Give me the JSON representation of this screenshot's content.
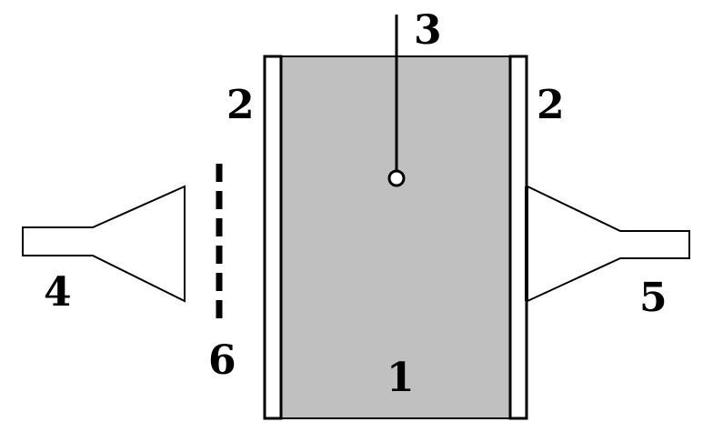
{
  "diagram": {
    "labels": {
      "sample": "1",
      "window_left": "2",
      "window_right": "2",
      "probe": "3",
      "horn_left": "4",
      "horn_right": "5",
      "grid": "6"
    },
    "colors": {
      "chamber_fill": "#c0c0c0",
      "stroke": "#000000",
      "background": "#ffffff"
    }
  }
}
